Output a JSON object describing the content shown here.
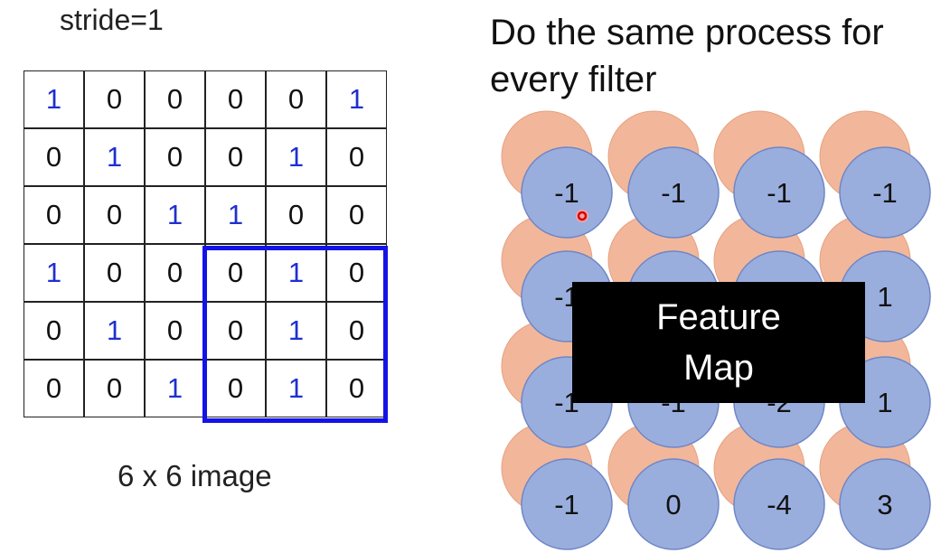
{
  "stride_label": "stride=1",
  "image_caption": "6 x 6 image",
  "heading_line1": "Do the same process for",
  "heading_line2": "every filter",
  "feature_map_line1": "Feature",
  "feature_map_line2": "Map",
  "colors": {
    "one_digit": "#1f2fd0",
    "highlight_border": "#1313e6",
    "circle_blue": "#9aaede",
    "circle_orange": "#f2b79a"
  },
  "image_matrix": [
    [
      1,
      0,
      0,
      0,
      0,
      1
    ],
    [
      0,
      1,
      0,
      0,
      1,
      0
    ],
    [
      0,
      0,
      1,
      1,
      0,
      0
    ],
    [
      1,
      0,
      0,
      0,
      1,
      0
    ],
    [
      0,
      1,
      0,
      0,
      1,
      0
    ],
    [
      0,
      0,
      1,
      0,
      1,
      0
    ]
  ],
  "highlight": {
    "row_start": 3,
    "col_start": 3,
    "size": 3
  },
  "feature_map_values": [
    [
      "-1",
      "-1",
      "-1",
      "-1"
    ],
    [
      "-1",
      "",
      "",
      "1"
    ],
    [
      "-1",
      "-1",
      "-2",
      "1"
    ],
    [
      "-1",
      "0",
      "-4",
      "3"
    ]
  ]
}
